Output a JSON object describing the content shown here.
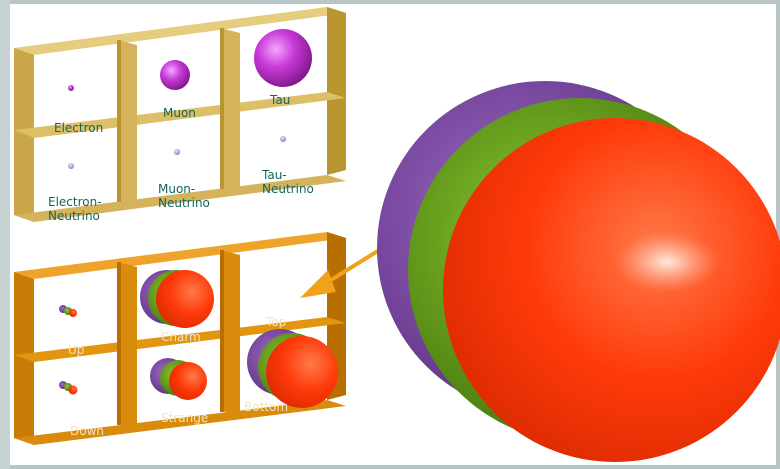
{
  "colors": {
    "lepton_frame": "#d4b35a",
    "quark_frame": "#d98c0c",
    "lepton_label": "#14665f",
    "quark_label": "#f2e4c0",
    "charged_lepton": "#b32ac4",
    "neutrino": "#9c88c8",
    "quark_purple": "#7b47a4",
    "quark_green": "#5f9e12",
    "quark_red": "#ff3a0a",
    "arrow": "#f2a11a",
    "border": "#b7c5c5"
  },
  "leptons": {
    "electron": "Electron",
    "muon": "Muon",
    "tau": "Tau",
    "electron_neutrino": [
      "Electron-",
      "Neutrino"
    ],
    "muon_neutrino": [
      "Muon-",
      "Neutrino"
    ],
    "tau_neutrino": [
      "Tau-",
      "Neutrino"
    ]
  },
  "quarks": {
    "up": "Up",
    "charm": "Charm",
    "top": "Top",
    "down": "Down",
    "strange": "Strange",
    "bottom": "Bottom"
  }
}
